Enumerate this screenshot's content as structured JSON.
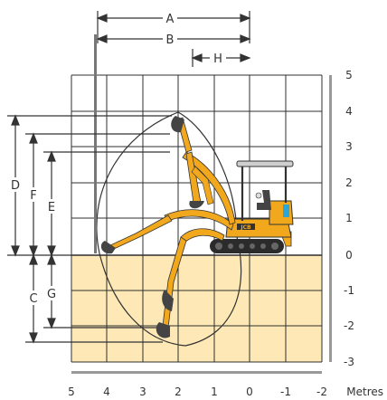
{
  "colors": {
    "grid": "#2f2f2f",
    "ground_fill": "#fde8b6",
    "machine_yellow": "#f2a81c",
    "machine_dark": "#333333",
    "text": "#333333"
  },
  "dimension_labels": {
    "A": "A",
    "B": "B",
    "H": "H",
    "D": "D",
    "F": "F",
    "E": "E",
    "C": "C",
    "G": "G"
  },
  "y_axis": {
    "ticks": [
      "5",
      "4",
      "3",
      "2",
      "1",
      "0",
      "-1",
      "-2",
      "-3"
    ]
  },
  "x_axis": {
    "ticks": [
      "5",
      "4",
      "3",
      "2",
      "1",
      "0",
      "-1",
      "-2"
    ],
    "unit_label": "Metres"
  },
  "brand_mark": "JCB"
}
